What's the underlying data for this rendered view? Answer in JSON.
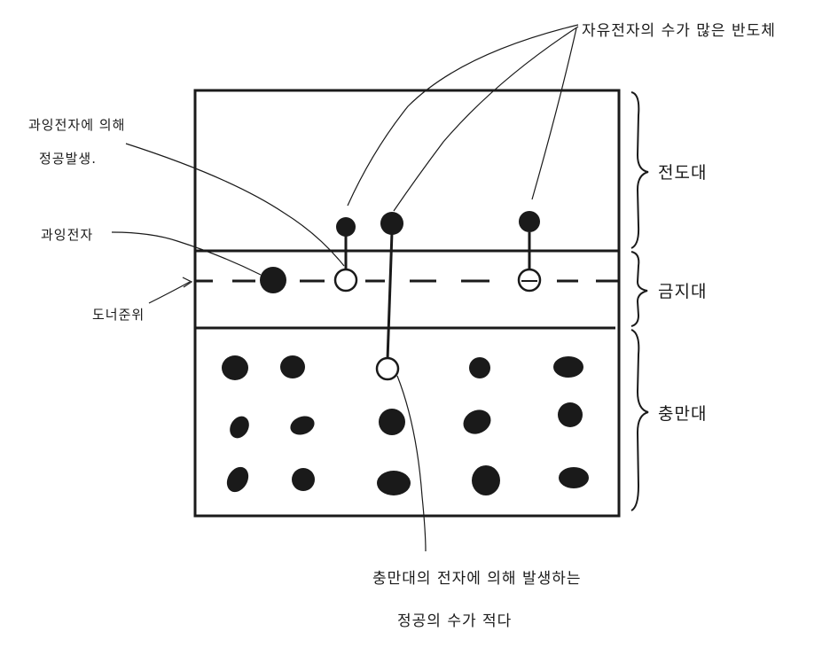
{
  "labels": {
    "top_right": "자유전자의 수가 많은 반도체",
    "excess_electron_hole_line1": "과잉전자에 의해",
    "excess_electron_hole_line2": "정공발생.",
    "excess_electron": "과잉전자",
    "donor_level": "도너준위",
    "conduction_band": "전도대",
    "forbidden_band": "금지대",
    "valence_band": "충만대",
    "bottom_line1": "충만대의 전자에 의해 발생하는",
    "bottom_line2": "정공의 수가 적다"
  },
  "colors": {
    "ink": "#1a1a1a",
    "background": "#ffffff"
  }
}
